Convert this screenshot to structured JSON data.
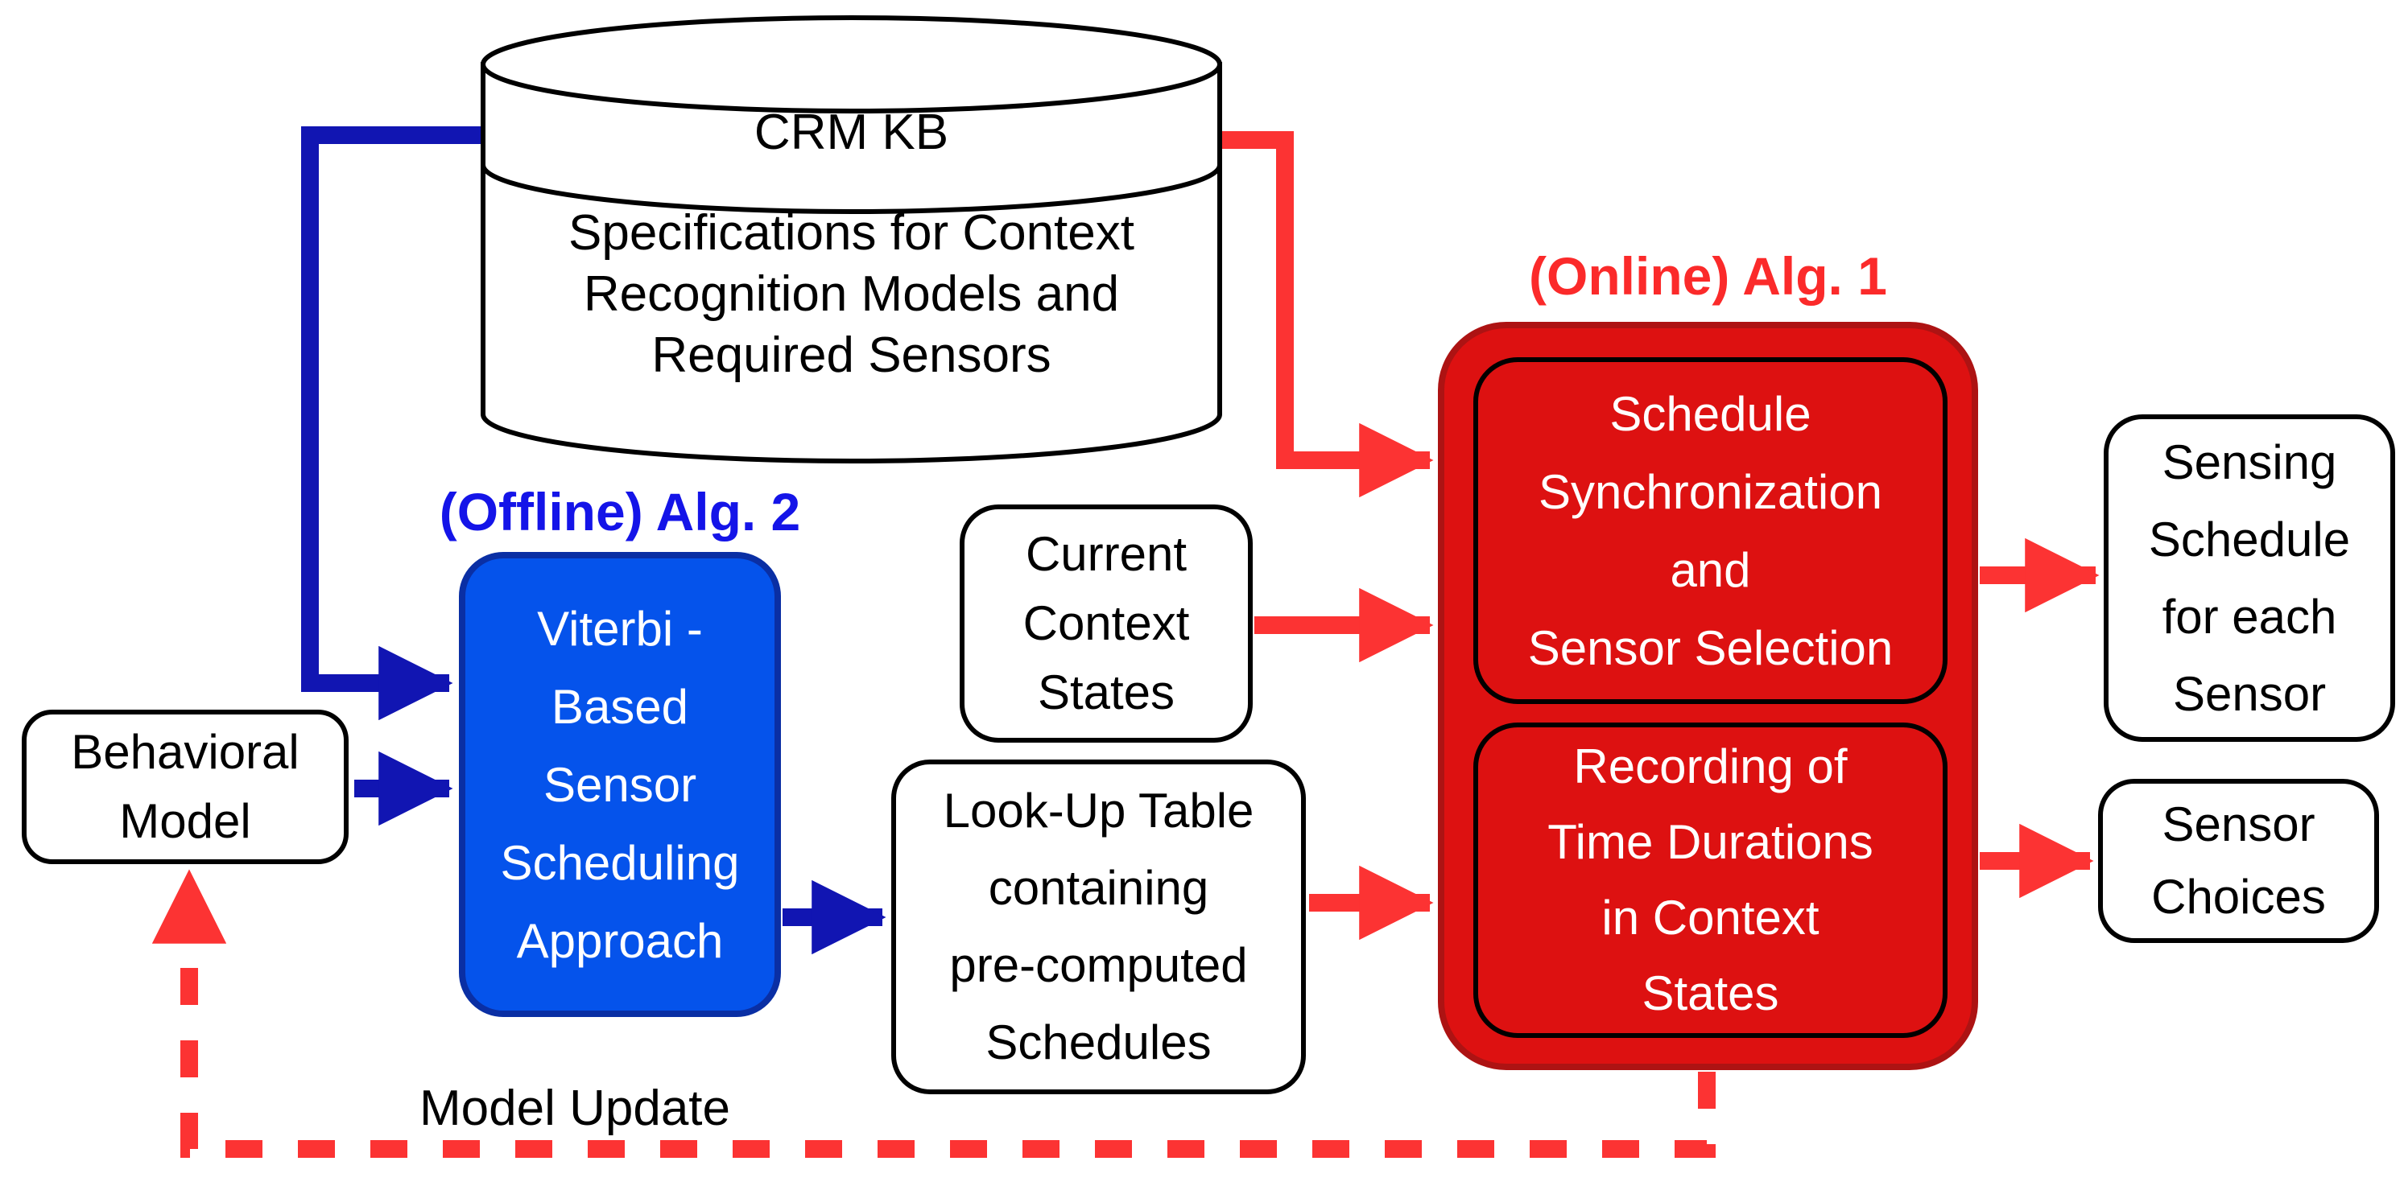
{
  "colors": {
    "background": "#ffffff",
    "blue_box": "#0553EB",
    "blue_box_border": "#0A2FA4",
    "blue_arrow": "#1115B2",
    "blue_label": "#1414E8",
    "red_box": "#DD1111",
    "red_box_border": "#AD1313",
    "red_arrow": "#FC3333",
    "red_label": "#FB2A2A",
    "box_border": "#000000",
    "text_dark": "#000000",
    "text_light": "#ffffff"
  },
  "diagram": {
    "kb": {
      "title": "CRM KB",
      "body_lines": [
        "Specifications for Context",
        "Recognition Models and",
        "Required Sensors"
      ]
    },
    "offline_label": "(Offline) Alg. 2",
    "online_label": "(Online) Alg. 1",
    "viterbi": {
      "lines": [
        "Viterbi -",
        "Based",
        "Sensor",
        "Scheduling",
        "Approach"
      ]
    },
    "behavioral": {
      "lines": [
        "Behavioral",
        "Model"
      ]
    },
    "current_context": {
      "lines": [
        "Current",
        "Context",
        "States"
      ]
    },
    "lookup": {
      "lines": [
        "Look-Up Table",
        "containing",
        "pre-computed",
        "Schedules"
      ]
    },
    "schedule_sync": {
      "lines": [
        "Schedule",
        "Synchronization",
        "and",
        "Sensor Selection"
      ]
    },
    "recording": {
      "lines": [
        "Recording of",
        "Time Durations",
        "in Context",
        "States"
      ]
    },
    "sensing_schedule": {
      "lines": [
        "Sensing",
        "Schedule",
        "for each",
        "Sensor"
      ]
    },
    "sensor_choices": {
      "lines": [
        "Sensor",
        "Choices"
      ]
    },
    "model_update_label": "Model Update"
  }
}
